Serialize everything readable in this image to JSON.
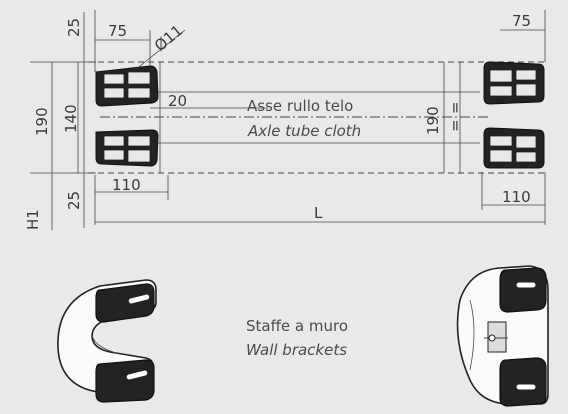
{
  "dimensions": {
    "top_left_width": "75",
    "top_right_width": "75",
    "hole_diameter": "Ø11",
    "offset": "20",
    "left_height": "190",
    "inner_height": "140",
    "right_height": "190",
    "equal_mark": "=",
    "top_margin": "25",
    "bottom_margin": "25",
    "left_bottom_width": "110",
    "right_bottom_width": "110",
    "overall_length": "L",
    "overall_height": "H1"
  },
  "labels": {
    "axle_it": "Asse rullo telo",
    "axle_en": "Axle tube cloth",
    "brackets_it": "Staffe a muro",
    "brackets_en": "Wall brackets"
  }
}
